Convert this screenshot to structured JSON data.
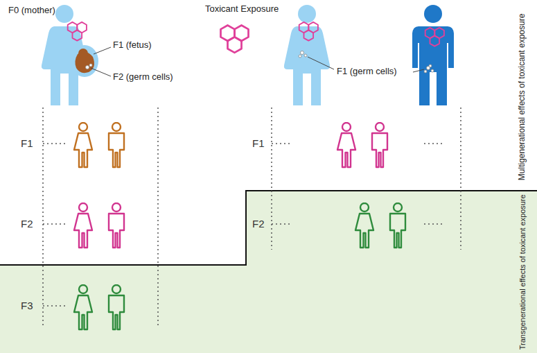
{
  "diagram": {
    "labels": [
      "Toxicant Exposure",
      "F0 (mother)",
      "F1 (fetus)",
      "F2 (germ cells)",
      "F1 (germ cells)",
      "Multigenerational effects of toxicant exposure",
      "F1",
      "F2",
      "F3",
      "F1",
      "F2",
      "Transgenerational effects of toxicant exposure"
    ]
  }
}
